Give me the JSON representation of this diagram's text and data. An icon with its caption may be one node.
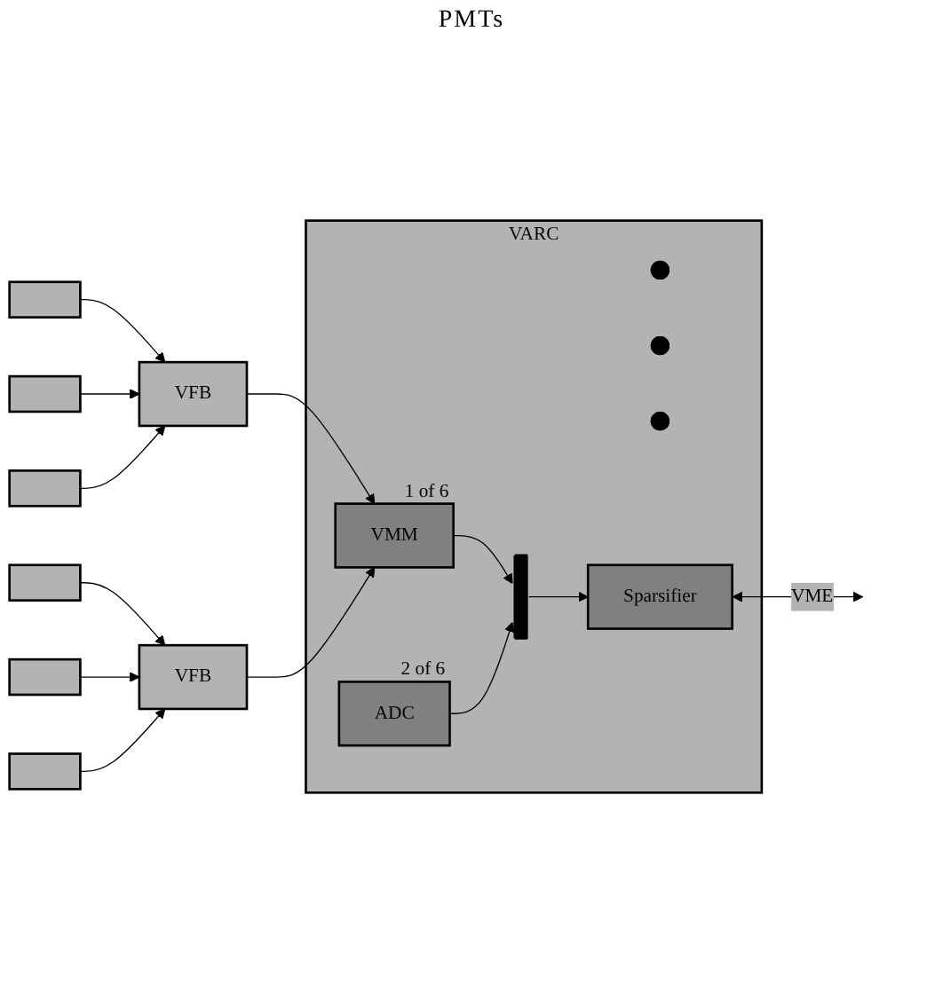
{
  "diagram": {
    "nodes": [
      {
        "text": [],
        "shape": "box"
      },
      {
        "text": [],
        "shape": "box"
      },
      {
        "text": [],
        "shape": "box"
      },
      {
        "text": [
          "VFB"
        ]
      },
      {
        "text": [],
        "shape": "box"
      },
      {
        "text": [],
        "shape": "box"
      },
      {
        "text": [],
        "shape": "box"
      },
      {
        "text": [
          "VFB"
        ]
      },
      {
        "text": [
          "VARC"
        ]
      },
      {
        "text": [
          "VMM"
        ],
        "in": 8,
        "beside": [
          "1 of 6"
        ]
      },
      {
        "text": [
          "ADC"
        ],
        "in": 8,
        "beside": [
          "2 of 6"
        ]
      },
      {
        "text": [],
        "shape": "circle",
        "in": 8
      },
      {
        "text": [],
        "shape": "circle",
        "in": 8
      },
      {
        "text": [],
        "shape": "circle",
        "in": 8
      },
      {
        "text": [],
        "shape": "bar",
        "in": 8
      },
      {
        "text": [
          "Sparsifier"
        ],
        "in": 8
      }
    ],
    "edges": [
      {
        "from": 0,
        "to": 3,
        "arrow": "to"
      },
      {
        "from": 1,
        "to": 3,
        "arrow": "to"
      },
      {
        "from": 2,
        "to": 3,
        "arrow": "to"
      },
      {
        "from": 4,
        "to": 7,
        "arrow": "to"
      },
      {
        "from": 5,
        "to": 7,
        "arrow": "to"
      },
      {
        "from": 6,
        "to": 7,
        "arrow": "to"
      },
      {
        "from": 3,
        "to": 9,
        "arrow": "to"
      },
      {
        "from": 7,
        "to": 9,
        "arrow": "to"
      },
      {
        "from": 9,
        "to": 14,
        "arrow": "to"
      },
      {
        "from": 10,
        "to": 14,
        "arrow": "to"
      },
      {
        "from": 14,
        "to": 15,
        "arrow": "to"
      },
      {
        "from": 15,
        "to": null,
        "arrow": "both",
        "label": "VME"
      }
    ],
    "labels": [
      "PMTs"
    ]
  }
}
